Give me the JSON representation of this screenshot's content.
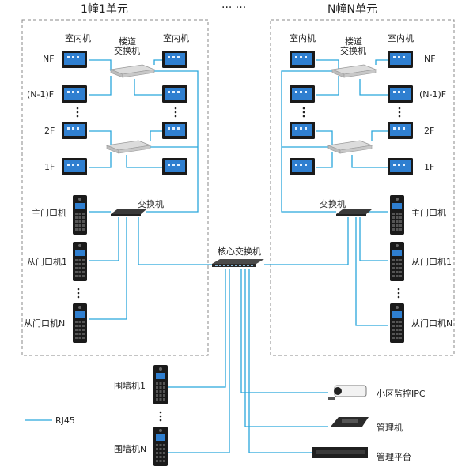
{
  "titles": {
    "building1": "1幢1单元",
    "ellipsis": "··· ···",
    "buildingN": "N幢N单元"
  },
  "left": {
    "col_indoor1": "室内机",
    "corridor_switch": "楼道\n交换机",
    "col_indoor2": "室内机",
    "floors": [
      "NF",
      "(N-1)F",
      "2F",
      "1F"
    ],
    "switch": "交换机",
    "main_door": "主门口机",
    "sub_door1": "从门口机1",
    "sub_doorN": "从门口机N"
  },
  "right": {
    "col_indoor1": "室内机",
    "corridor_switch": "楼道\n交换机",
    "col_indoor2": "室内机",
    "floors": [
      "NF",
      "(N-1)F",
      "2F",
      "1F"
    ],
    "switch": "交换机",
    "main_door": "主门口机",
    "sub_door1": "从门口机1",
    "sub_doorN": "从门口机N"
  },
  "core_switch": "核心交换机",
  "fence1": "围墙机1",
  "fenceN": "围墙机N",
  "ipc": "小区监控IPC",
  "manager": "管理机",
  "platform": "管理平台",
  "legend": {
    "label": "RJ45",
    "color": "#29a6dc"
  },
  "colors": {
    "wire": "#29a6dc",
    "border": "#888888",
    "device": "#1a1a1a",
    "screen": "#2f7fd0"
  }
}
